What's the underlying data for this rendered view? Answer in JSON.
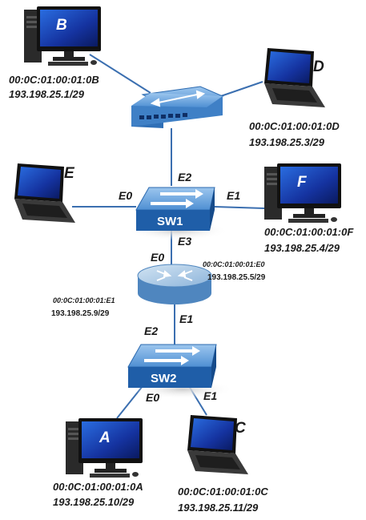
{
  "hosts": {
    "B": {
      "letter": "B",
      "mac": "00:0C:01:00:01:0B",
      "ip": "193.198.25.1/29"
    },
    "D": {
      "letter": "D",
      "mac": "00:0C:01:00:01:0D",
      "ip": "193.198.25.3/29"
    },
    "E": {
      "letter": "E"
    },
    "F": {
      "letter": "F",
      "mac": "00:0C:01:00:01:0F",
      "ip": "193.198.25.4/29"
    },
    "A": {
      "letter": "A",
      "mac": "00:0C:01:00:01:0A",
      "ip": "193.198.25.10/29"
    },
    "C": {
      "letter": "C",
      "mac": "00:0C:01:00:01:0C",
      "ip": "193.198.25.11/29"
    }
  },
  "switches": {
    "sw1": {
      "name": "SW1",
      "ports": {
        "e0": "E0",
        "e1": "E1",
        "e2": "E2",
        "e3": "E3"
      }
    },
    "sw2": {
      "name": "SW2",
      "ports": {
        "e0": "E0",
        "e1": "E1",
        "e2": "E2"
      }
    }
  },
  "router": {
    "e0": {
      "port": "E0",
      "mac": "00:0C:01:00:01:E0",
      "ip": "193.198.25.5/29"
    },
    "e1": {
      "port": "E1",
      "mac": "00:0C:01:00:01:E1",
      "ip": "193.198.25.9/29"
    }
  },
  "colors": {
    "link": "#3b6fb0",
    "switch_top": "#6fa8e0",
    "switch_side": "#1f5ea8",
    "screen": "#1a3fae",
    "router_top": "#a9c8e6",
    "router_side": "#4f86bf"
  }
}
